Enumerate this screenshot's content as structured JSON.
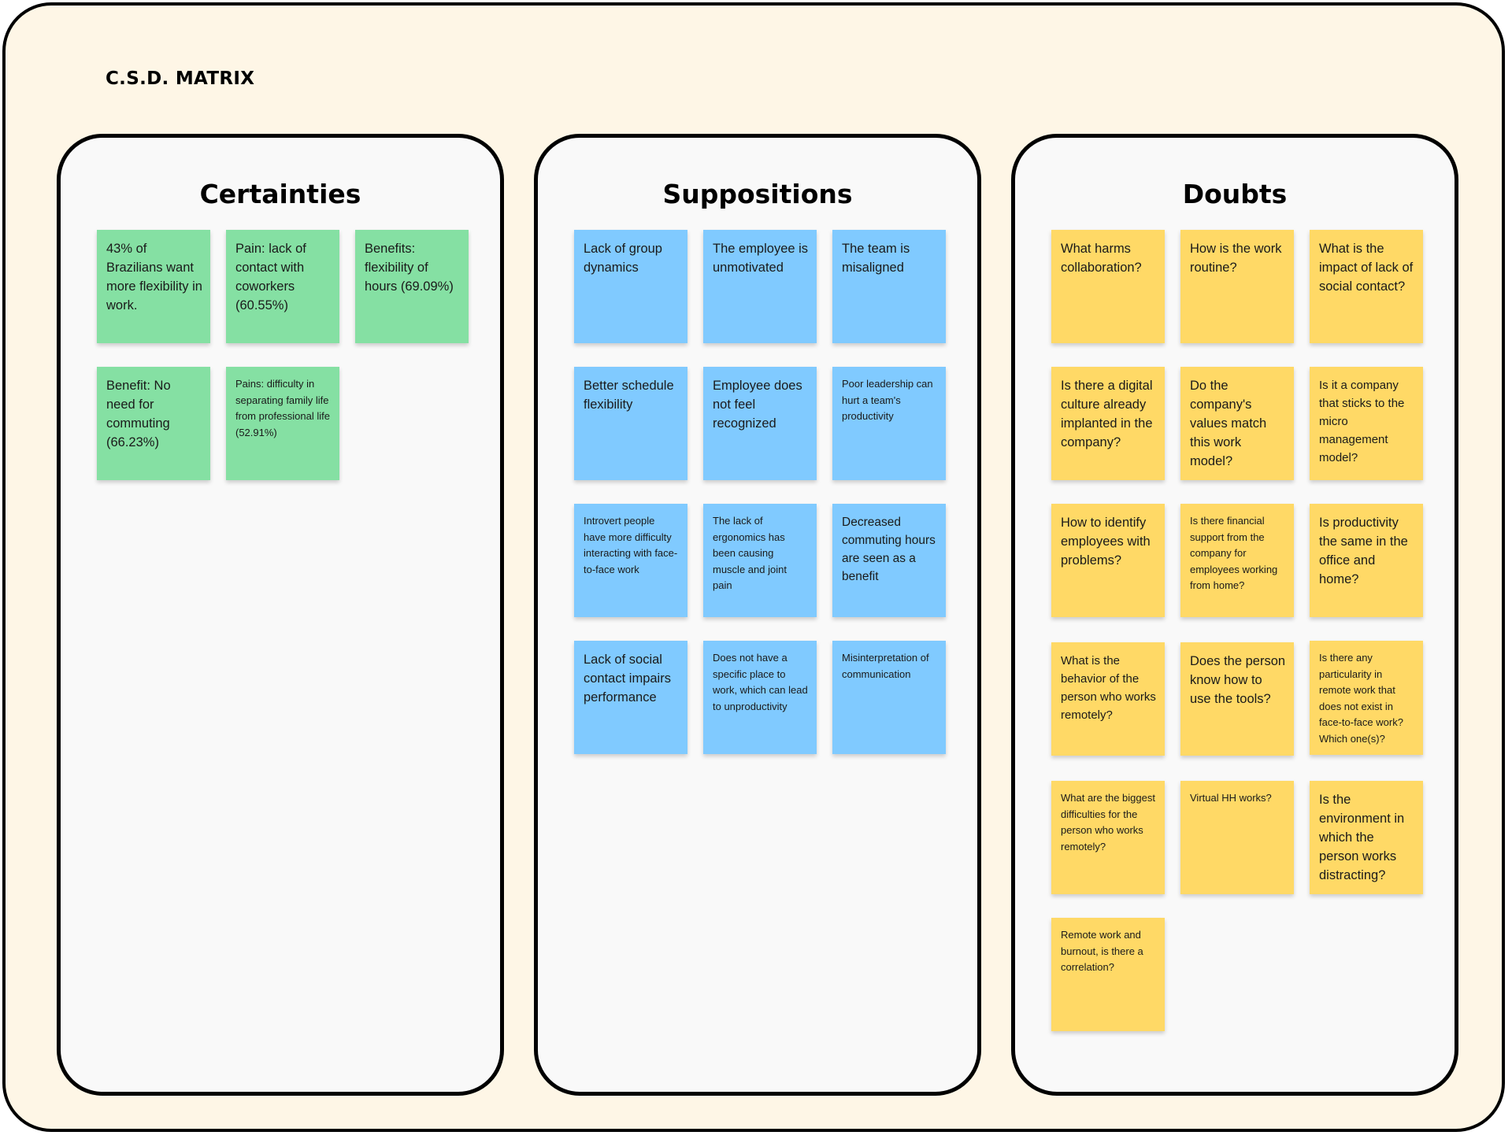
{
  "board": {
    "title": "C.S.D. MATRIX"
  },
  "colors": {
    "certainties_note": "#85e0a3",
    "suppositions_note": "#80caff",
    "doubts_note": "#ffd966",
    "board_background": "#fef6e6",
    "panel_background": "#f9f9f9"
  },
  "columns": [
    {
      "title": "Certainties",
      "notes": [
        "43% of Brazilians want more flexibility in work.",
        "Pain: lack of contact with coworkers (60.55%)",
        "Benefits: flexibility of hours (69.09%)",
        "Benefit: No need for commuting (66.23%)",
        "Pains: difficulty in separating family life from professional life (52.91%)"
      ]
    },
    {
      "title": "Suppositions",
      "notes": [
        "Lack of group dynamics",
        "The employee is unmotivated",
        "The team is misaligned",
        "Better schedule flexibility",
        "Employee does not feel recognized",
        "Poor leadership can hurt a team's productivity",
        "Introvert people have more difficulty interacting with face-to-face work",
        "The lack of ergonomics has been causing muscle and joint pain",
        "Decreased commuting hours are seen as a benefit",
        "Lack of social contact impairs performance",
        "Does not have a specific place to work, which can lead to unproductivity",
        "Misinterpretation of communication"
      ]
    },
    {
      "title": "Doubts",
      "notes": [
        "What harms collaboration?",
        "How is the work routine?",
        "What is the impact of lack of social contact?",
        "Is there a digital culture already implanted in the company?",
        "Do the company's values match this work model?",
        "Is it a company that sticks to the micro management model?",
        "How to identify employees with problems?",
        "Is there financial support from the company for employees working from home?",
        "Is productivity the same in the office and home?",
        "What is the behavior of the person who works remotely?",
        "Does the person know how to use the tools?",
        "Is there any particularity in remote work that does not exist in face-to-face work? Which one(s)?",
        "What are the biggest difficulties for the person who works remotely?",
        "Virtual HH works?",
        "Is the environment in which the person works distracting?",
        "Remote work and burnout, is there a correlation?"
      ]
    }
  ]
}
